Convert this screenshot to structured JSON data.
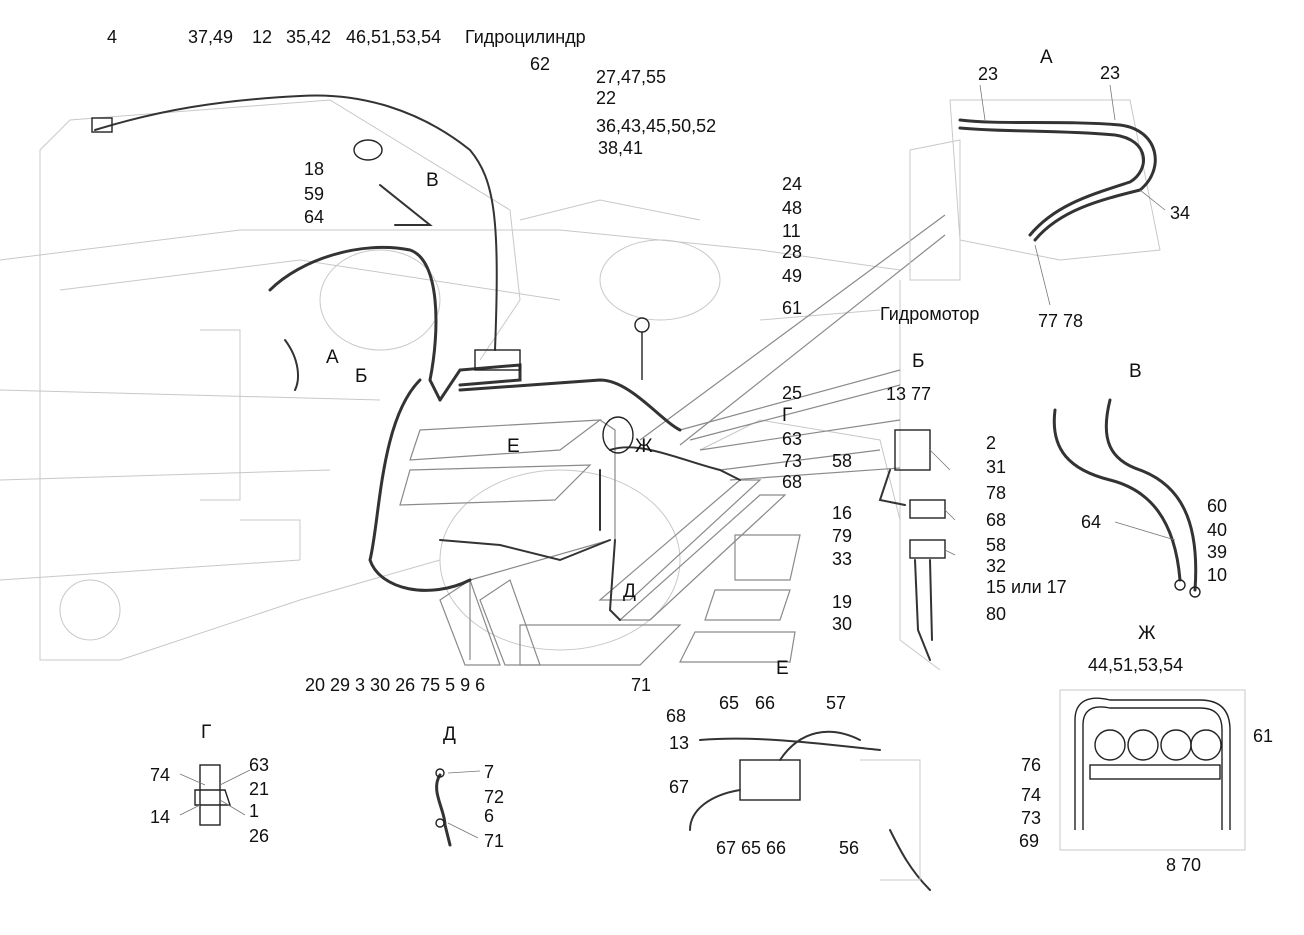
{
  "colors": {
    "ink": "#111111",
    "hose": "#333333",
    "ghost_line": "#c8c8c8",
    "background": "#ffffff"
  },
  "views": {
    "A": "А",
    "B": "Б",
    "V": "В",
    "G": "Г",
    "D": "Д",
    "E": "Е",
    "Zh": "Ж"
  },
  "labels": {
    "top_4": "4",
    "top_37_49": "37,49",
    "top_12": "12",
    "top_35_42": "35,42",
    "top_46_51_53_54": "46,51,53,54",
    "hydrocylinder": "Гидроцилиндр",
    "top_62": "62",
    "top_27_47_55": "27,47,55",
    "top_22": "22",
    "top_36_43_45_50_52": "36,43,45,50,52",
    "top_38_41": "38,41",
    "l_18": "18",
    "l_59": "59",
    "l_64": "64",
    "col_24": "24",
    "col_48": "48",
    "col_11": "11",
    "col_28": "28",
    "col_49": "49",
    "col_61": "61",
    "hydromotor": "Гидромотор",
    "a_23_left": "23",
    "a_23_right": "23",
    "a_34": "34",
    "a_77_78": "77 78",
    "m_25": "25",
    "m_63": "63",
    "m_73": "73",
    "m_68": "68",
    "b_13_77": "13  77",
    "b_2": "2",
    "b_31": "31",
    "b_78": "78",
    "b_68": "68",
    "b_58_right": "58",
    "b_32": "32",
    "b_15_or_17": "15 или 17",
    "b_80": "80",
    "b_58_left": "58",
    "b_16": "16",
    "b_79": "79",
    "b_33": "33",
    "b_19": "19",
    "b_30": "30",
    "v_60": "60",
    "v_40": "40",
    "v_39": "39",
    "v_10": "10",
    "v_64": "64",
    "bottom_row": "20   29   3  30   26  75    5   9    6",
    "bottom_71": "71",
    "g_63": "63",
    "g_21": "21",
    "g_1": "1",
    "g_26": "26",
    "g_74": "74",
    "g_14": "14",
    "d_7": "7",
    "d_72": "72",
    "d_6": "6",
    "d_71": "71",
    "e_68": "68",
    "e_13": "13",
    "e_65_top": "65",
    "e_66_top": "66",
    "e_57": "57",
    "e_67_left": "67",
    "e_bottom": "67 65 66",
    "e_56": "56",
    "zh_44_51_53_54": "44,51,53,54",
    "zh_61": "61",
    "zh_76": "76",
    "zh_74": "74",
    "zh_73": "73",
    "zh_69": "69",
    "zh_8_70": "8  70"
  }
}
